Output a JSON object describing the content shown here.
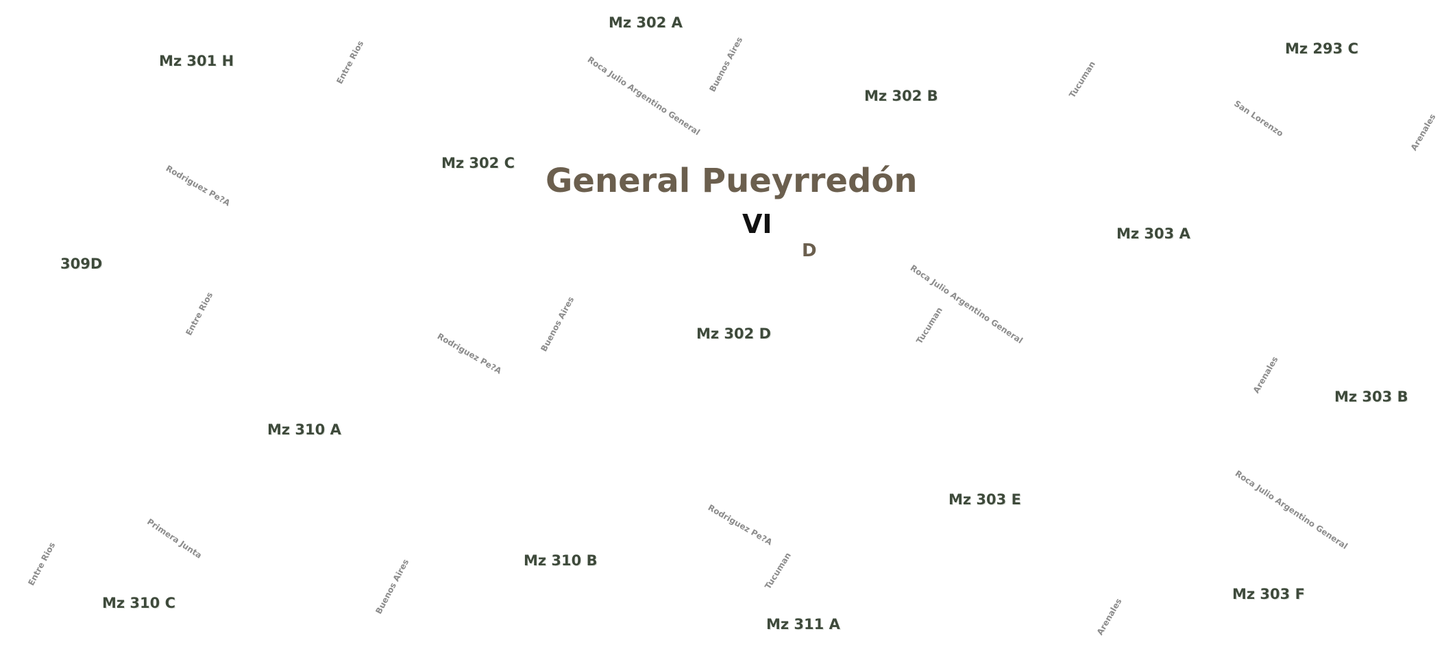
{
  "district": {
    "name": "General Pueyrredón",
    "roman": "VI",
    "sub": "D"
  },
  "blocks": {
    "mz302a": "Mz 302 A",
    "mz301h": "Mz 301 H",
    "mz293c": "Mz 293 C",
    "mz302b": "Mz 302 B",
    "mz302c": "Mz 302 C",
    "mz303a": "Mz 303 A",
    "b309d": "309D",
    "mz302d": "Mz 302 D",
    "mz303b": "Mz 303 B",
    "mz310a": "Mz 310 A",
    "mz303e": "Mz 303 E",
    "mz310b": "Mz 310 B",
    "mz303f": "Mz 303 F",
    "mz310c": "Mz 310 C",
    "mz311a": "Mz 311 A"
  },
  "streets": {
    "entre_rios": "Entre Rios",
    "roca": "Roca Julio Argentino General",
    "buenos_aires": "Buenos Aires",
    "tucuman": "Tucuman",
    "san_lorenzo": "San Lorenzo",
    "arenales": "Arenales",
    "rodriguez": "Rodriguez Pe?A",
    "primera_junta": "Primera Junta"
  }
}
